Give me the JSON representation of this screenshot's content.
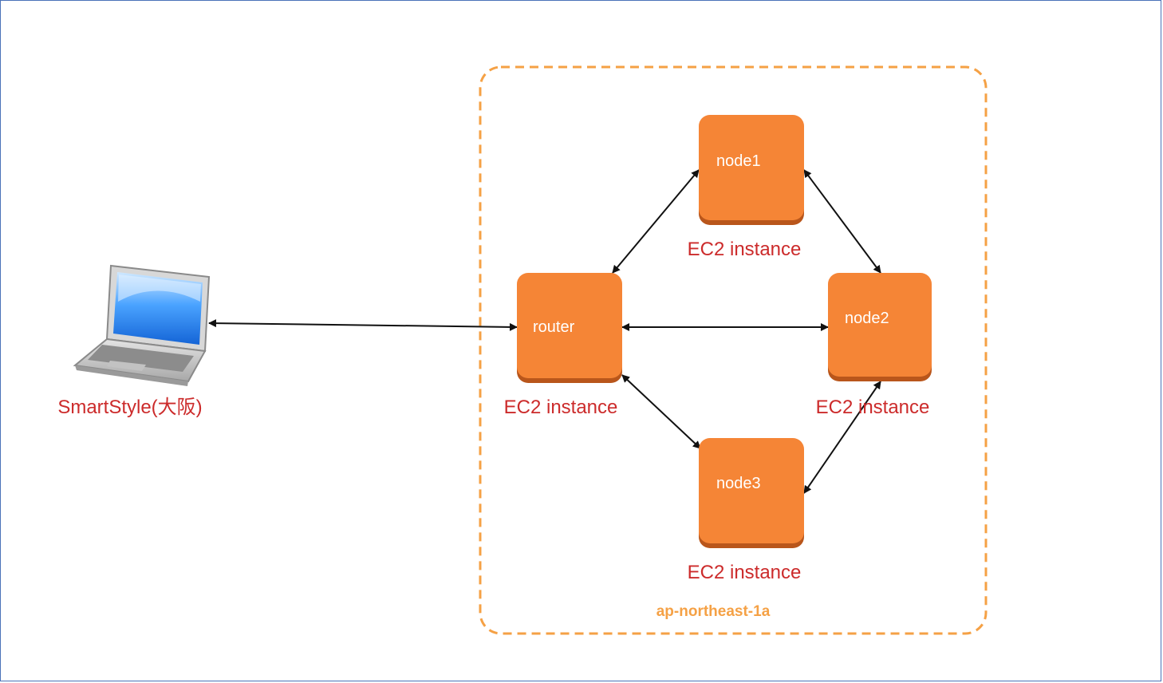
{
  "client": {
    "label": "SmartStyle(大阪)",
    "icon": "laptop-icon"
  },
  "zone": {
    "label": "ap-northeast-1a",
    "border_color": "#f5a145"
  },
  "nodes": {
    "router": {
      "name": "router",
      "type_label": "EC2 instance"
    },
    "node1": {
      "name": "node1",
      "type_label": "EC2 instance"
    },
    "node2": {
      "name": "node2",
      "type_label": "EC2 instance"
    },
    "node3": {
      "name": "node3",
      "type_label": "EC2 instance"
    }
  },
  "colors": {
    "node_fill": "#f58536",
    "node_shadow": "#b9561b",
    "label_red": "#cc2b2b",
    "arrow": "#111111"
  },
  "connections": [
    {
      "from": "client",
      "to": "router",
      "direction": "bidirectional"
    },
    {
      "from": "router",
      "to": "node1",
      "direction": "bidirectional"
    },
    {
      "from": "router",
      "to": "node2",
      "direction": "bidirectional"
    },
    {
      "from": "router",
      "to": "node3",
      "direction": "bidirectional"
    },
    {
      "from": "node1",
      "to": "node2",
      "direction": "bidirectional"
    },
    {
      "from": "node2",
      "to": "node3",
      "direction": "bidirectional"
    }
  ]
}
